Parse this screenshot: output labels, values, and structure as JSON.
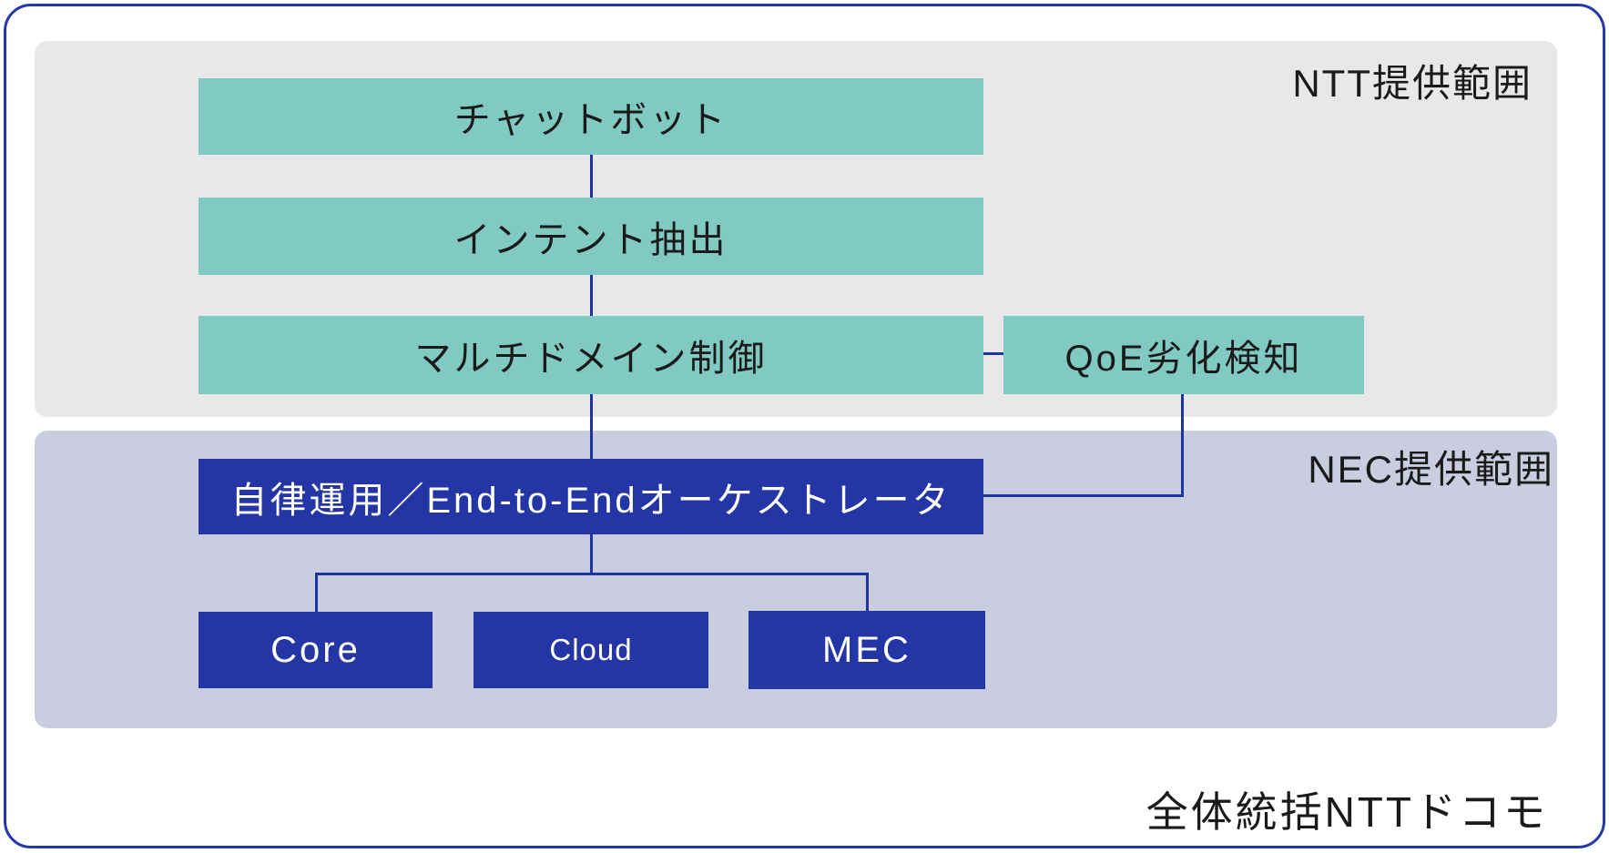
{
  "diagram": {
    "regions": {
      "ntt": {
        "label": "NTT提供範囲"
      },
      "nec": {
        "label": "NEC提供範囲"
      }
    },
    "nodes": {
      "chatbot": {
        "label": "チャットボット"
      },
      "intent": {
        "label": "インテント抽出"
      },
      "multidomain": {
        "label": "マルチドメイン制御"
      },
      "qoe": {
        "label": "QoE劣化検知"
      },
      "orchestrator": {
        "label": "自律運用／End-to-Endオーケストレータ"
      },
      "core": {
        "label": "Core"
      },
      "cloud": {
        "label": "Cloud"
      },
      "mec": {
        "label": "MEC"
      }
    },
    "footer": {
      "label": "全体統括NTTドコモ"
    },
    "colors": {
      "border-blue": "#2438a8",
      "ntt-panel-gray": "#e8e8e8",
      "nec-panel-lavender": "#cacce0",
      "teal-box": "#81cac3",
      "blue-box": "#2435a5",
      "connector-blue": "#1e34a0",
      "dark-text": "#1a1a1a",
      "light-text": "#ffffff"
    }
  }
}
